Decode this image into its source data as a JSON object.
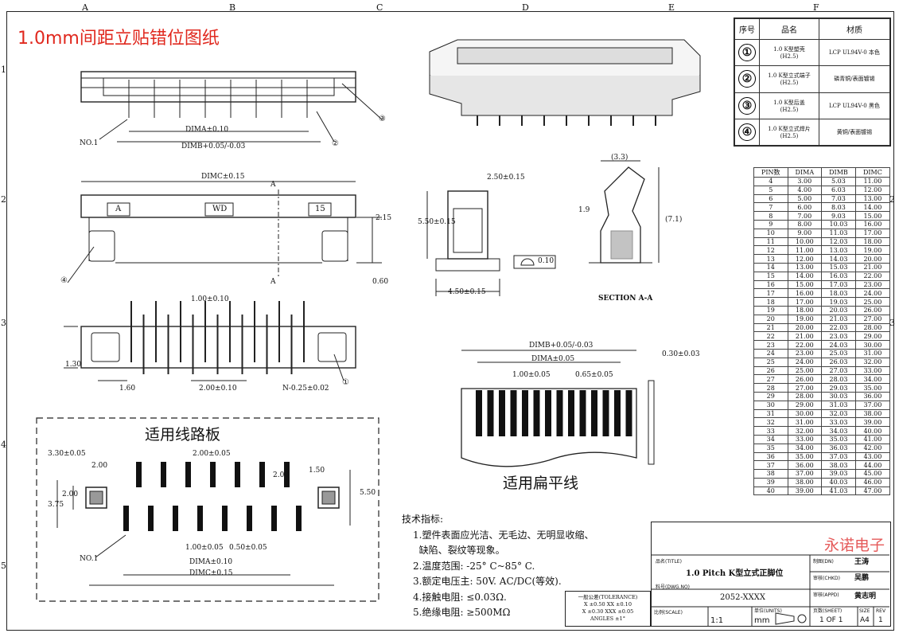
{
  "title": "1.0mm间距立贴错位图纸",
  "zones": {
    "top": [
      "A",
      "B",
      "C",
      "D",
      "E",
      "F"
    ],
    "left": [
      "1",
      "2",
      "3",
      "4",
      "5"
    ],
    "right": [
      "2",
      "3"
    ]
  },
  "parts_header": [
    "序号",
    "品名",
    "材质"
  ],
  "parts": [
    {
      "no": "①",
      "name": "1.0 K型塑壳\n(H2.5)",
      "material": "LCP UL94V-0 本色"
    },
    {
      "no": "②",
      "name": "1.0 K型立式端子\n(H2.5)",
      "material": "磷青铜/表面镀锡"
    },
    {
      "no": "③",
      "name": "1.0 K型后盖\n(H2.5)",
      "material": "LCP UL94V-0 黑色"
    },
    {
      "no": "④",
      "name": "1.0 K型立式焊片\n(H2.5)",
      "material": "黄铜/表面镀锡"
    }
  ],
  "pin_header": [
    "PIN数",
    "DIMA",
    "DIMB",
    "DIMC"
  ],
  "pin_rows": [
    [
      "4",
      "3.00",
      "5.03",
      "11.00"
    ],
    [
      "5",
      "4.00",
      "6.03",
      "12.00"
    ],
    [
      "6",
      "5.00",
      "7.03",
      "13.00"
    ],
    [
      "7",
      "6.00",
      "8.03",
      "14.00"
    ],
    [
      "8",
      "7.00",
      "9.03",
      "15.00"
    ],
    [
      "9",
      "8.00",
      "10.03",
      "16.00"
    ],
    [
      "10",
      "9.00",
      "11.03",
      "17.00"
    ],
    [
      "11",
      "10.00",
      "12.03",
      "18.00"
    ],
    [
      "12",
      "11.00",
      "13.03",
      "19.00"
    ],
    [
      "13",
      "12.00",
      "14.03",
      "20.00"
    ],
    [
      "14",
      "13.00",
      "15.03",
      "21.00"
    ],
    [
      "15",
      "14.00",
      "16.03",
      "22.00"
    ],
    [
      "16",
      "15.00",
      "17.03",
      "23.00"
    ],
    [
      "17",
      "16.00",
      "18.03",
      "24.00"
    ],
    [
      "18",
      "17.00",
      "19.03",
      "25.00"
    ],
    [
      "19",
      "18.00",
      "20.03",
      "26.00"
    ],
    [
      "20",
      "19.00",
      "21.03",
      "27.00"
    ],
    [
      "21",
      "20.00",
      "22.03",
      "28.00"
    ],
    [
      "22",
      "21.00",
      "23.03",
      "29.00"
    ],
    [
      "23",
      "22.00",
      "24.03",
      "30.00"
    ],
    [
      "24",
      "23.00",
      "25.03",
      "31.00"
    ],
    [
      "25",
      "24.00",
      "26.03",
      "32.00"
    ],
    [
      "26",
      "25.00",
      "27.03",
      "33.00"
    ],
    [
      "27",
      "26.00",
      "28.03",
      "34.00"
    ],
    [
      "28",
      "27.00",
      "29.03",
      "35.00"
    ],
    [
      "29",
      "28.00",
      "30.03",
      "36.00"
    ],
    [
      "30",
      "29.00",
      "31.03",
      "37.00"
    ],
    [
      "31",
      "30.00",
      "32.03",
      "38.00"
    ],
    [
      "32",
      "31.00",
      "33.03",
      "39.00"
    ],
    [
      "33",
      "32.00",
      "34.03",
      "40.00"
    ],
    [
      "34",
      "33.00",
      "35.03",
      "41.00"
    ],
    [
      "35",
      "34.00",
      "36.03",
      "42.00"
    ],
    [
      "36",
      "35.00",
      "37.03",
      "43.00"
    ],
    [
      "37",
      "36.00",
      "38.03",
      "44.00"
    ],
    [
      "38",
      "37.00",
      "39.03",
      "45.00"
    ],
    [
      "39",
      "38.00",
      "40.03",
      "46.00"
    ],
    [
      "40",
      "39.00",
      "41.03",
      "47.00"
    ]
  ],
  "dims": {
    "dima": "DIMA±0.10",
    "dimb": "DIMB+0.05/-0.03",
    "no1": "NO.1",
    "dimc": "DIMC±0.15",
    "a_label": "A",
    "d215": "2.15",
    "d060": "0.60",
    "d250": "2.50±0.15",
    "d550": "5.50±0.15",
    "d450": "4.50±0.15",
    "d010": "0.10",
    "d33": "(3.3)",
    "d19": "1.9",
    "d71": "(7.1)",
    "section": "SECTION A-A",
    "d100": "1.00±0.10",
    "d130": "1.30",
    "d160": "1.60",
    "d200": "2.00±0.10",
    "dn": "N-0.25±0.02",
    "ffc_dimb": "DIMB+0.05/-0.03",
    "ffc_dima": "DIMA±0.05",
    "ffc_100": "1.00±0.05",
    "ffc_065": "0.65±0.05",
    "ffc_030": "0.30±0.03",
    "housing_a": "A",
    "housing_wd": "WD",
    "housing_15": "15"
  },
  "pcb": {
    "title": "适用线路板",
    "d330": "3.30±0.05",
    "d200a": "2.00",
    "d200b": "2.00±0.05",
    "d200c": "2.00",
    "d375": "3.75",
    "d200d": "2.00",
    "d150": "1.50",
    "d550": "5.50",
    "d100": "1.00±0.05",
    "d050": "0.50±0.05",
    "dima": "DIMA±0.10",
    "dimc": "DIMC±0.15",
    "no1": "NO.1"
  },
  "ffc_title": "适用扁平线",
  "specs_title": "技术指标:",
  "specs": [
    "1.塑件表面应光洁、无毛边、无明显收缩、",
    "  缺陷、裂纹等现象。",
    "2.温度范围: -25° C~85° C.",
    "3.额定电压主: 50V. AC/DC(等效).",
    "4.接触电阻: ≤0.03Ω.",
    "5.绝缘电阻: ≥500MΩ"
  ],
  "tolerance": {
    "head": "一般公差(TOLERANCE)",
    "r1": "X ±0.50    XX ±0.10",
    "r2": "X ±0.30   XXX ±0.05",
    "r3": "ANGLES  ±1°"
  },
  "titleblock": {
    "name_label": "品名(TITLE)",
    "name": "1.0 Pitch K型立式正脚位",
    "dwg_label": "料号(DWG.NO)",
    "dwg": "2052-XXXX",
    "scale_label": "比例(SCALE)",
    "scale": "1:1",
    "unit_label": "单位(UNITS)",
    "unit": "mm",
    "sheet_label": "页数(SHEET)",
    "sheet": "1 OF 1",
    "size_label": "SIZE",
    "size": "A4",
    "rev_label": "REV",
    "rev": "1",
    "dn_label": "制图(DN)",
    "dn": "王涛",
    "chkd_label": "审核(CHKD)",
    "chkd": "吴鹏",
    "appd_label": "审核(APPD)",
    "appd": "黄志明",
    "company": "永诺电子"
  },
  "colors": {
    "accent": "#e0281e",
    "company": "#e55a5a",
    "line": "#222222"
  }
}
